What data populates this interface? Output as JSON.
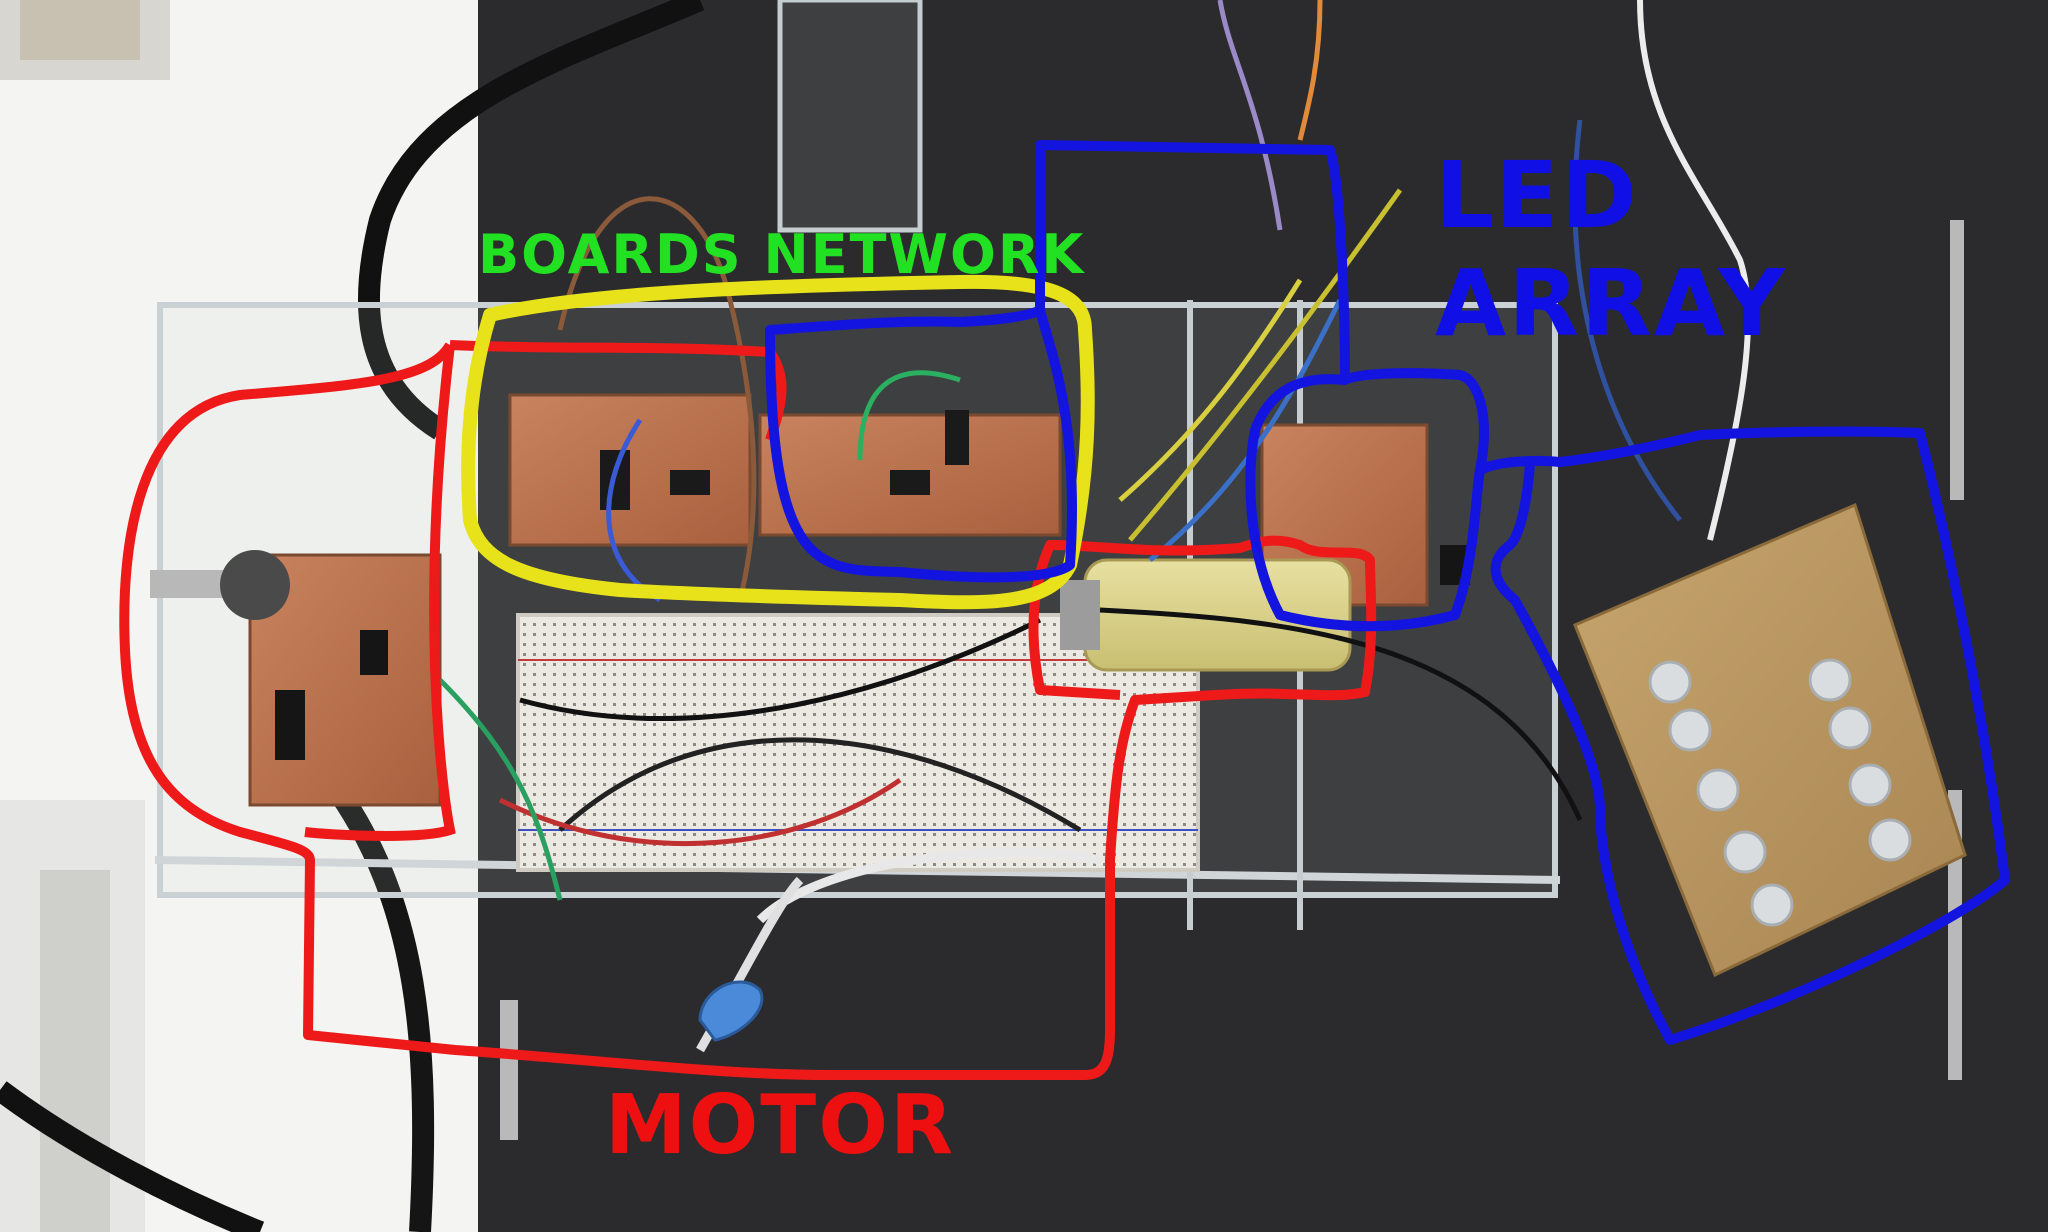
{
  "annotations": {
    "boards_network": {
      "label": "BOARDS NETWORK",
      "color": "#22e022"
    },
    "led_array": {
      "label_line1": "LED",
      "label_line2": "ARRAY",
      "color": "#1010e6"
    },
    "motor": {
      "label": "MOTOR",
      "color": "#ee1010"
    }
  },
  "outline_colors": {
    "motor": "#ee1a1a",
    "boards_network": "#e8e21a",
    "led_array": "#1414e0"
  }
}
